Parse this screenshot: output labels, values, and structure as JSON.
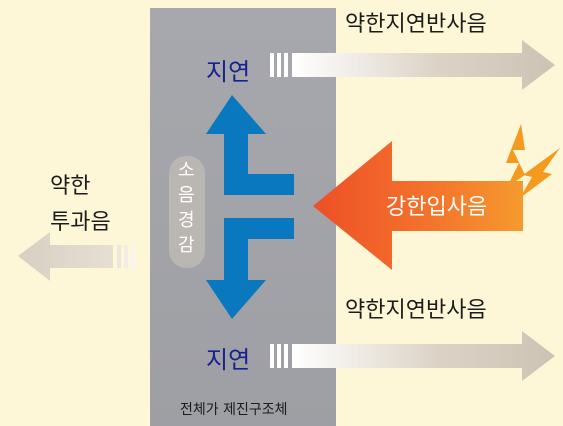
{
  "labels": {
    "delay_top": "지연",
    "delay_bottom": "지연",
    "reflect_top": "약한지연반사음",
    "reflect_bottom": "약한지연반사음",
    "incident": "강한입사음",
    "transmit_line1": "약한",
    "transmit_line2": "투과음",
    "structure_caption": "전체가 제진구조체",
    "noise_reduction": [
      "소",
      "음",
      "경",
      "감"
    ]
  },
  "colors": {
    "background": "#fdf7d7",
    "wall": "#a9aaaf",
    "blue_arrow": "#0a78bf",
    "delay_text": "#16238c",
    "incident_arrow": "#f26a2a",
    "lightning": "#f39a1f",
    "reflect_arrow": "#cfc6b8",
    "pill": "#b9b6b3"
  },
  "icons": [
    "lightning-bolt-icon",
    "lightning-bolt-icon"
  ]
}
